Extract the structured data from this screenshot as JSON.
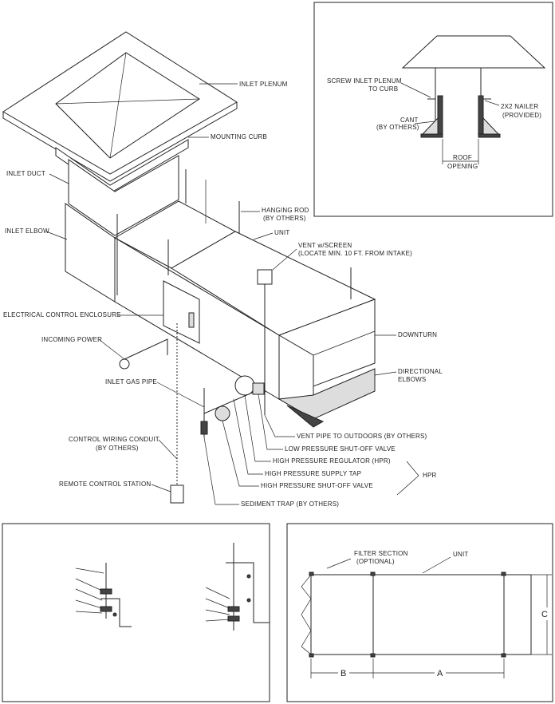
{
  "main_labels": {
    "inlet_plenum": "INLET PLENUM",
    "mounting_curb": "MOUNTING CURB",
    "inlet_duct": "INLET DUCT",
    "inlet_elbow": "INLET ELBOW",
    "hanging_rod_1": "HANGING ROD",
    "hanging_rod_2": "(BY OTHERS)",
    "unit": "UNIT",
    "vent_screen_1": "VENT w/SCREEN",
    "vent_screen_2": "(LOCATE MIN. 10 FT. FROM INTAKE)",
    "electrical_enclosure": "ELECTRICAL CONTROL ENCLOSURE",
    "incoming_power": "INCOMING POWER",
    "downturn": "DOWNTURN",
    "directional_elbows_1": "DIRECTIONAL",
    "directional_elbows_2": "ELBOWS",
    "inlet_gas_pipe": "INLET GAS PIPE",
    "vent_pipe": "VENT PIPE TO OUTDOORS (BY OTHERS)",
    "low_pressure_valve": "LOW PRESSURE SHUT-OFF VALVE",
    "high_pressure_regulator": "HIGH PRESSURE REGULATOR (HPR)",
    "high_pressure_tap": "HIGH PRESSURE SUPPLY TAP",
    "high_pressure_valve": "HIGH PRESSURE SHUT-OFF VALVE",
    "hpr": "HPR",
    "control_conduit_1": "CONTROL WIRING CONDUIT",
    "control_conduit_2": "(BY OTHERS)",
    "remote_station": "REMOTE CONTROL STATION",
    "sediment_trap": "SEDIMENT TRAP (BY OTHERS)"
  },
  "curb_detail": {
    "screw_1": "SCREW INLET PLENUM",
    "screw_2": "TO CURB",
    "cant_1": "CANT",
    "cant_2": "(BY OTHERS)",
    "nailer_1": "2X2 NAILER",
    "nailer_2": "(PROVIDED)",
    "roof_1": "ROOF",
    "roof_2": "OPENING"
  },
  "plan_detail": {
    "filter_1": "FILTER SECTION",
    "filter_2": "(OPTIONAL)",
    "unit": "UNIT",
    "dim_a": "A",
    "dim_b": "B",
    "dim_c": "C"
  }
}
